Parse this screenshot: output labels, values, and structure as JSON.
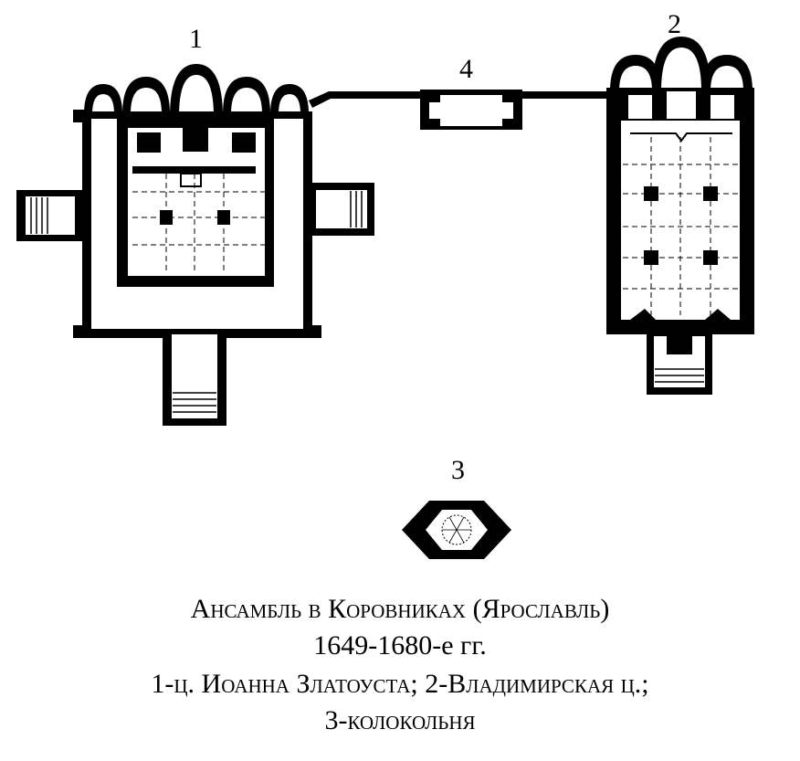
{
  "labels": {
    "church_ioann": "1",
    "church_vladimir": "2",
    "bell_tower": "3",
    "gate": "4"
  },
  "caption": {
    "line1": "Ансамбль в Коровниках (Ярославль)",
    "line2": "1649-1680-е гг.",
    "line3": "1-ц. Иоанна Златоуста; 2-Владимирская ц.;",
    "line4": "3-колокольня"
  },
  "colors": {
    "ink": "#000000",
    "paper": "#ffffff"
  }
}
